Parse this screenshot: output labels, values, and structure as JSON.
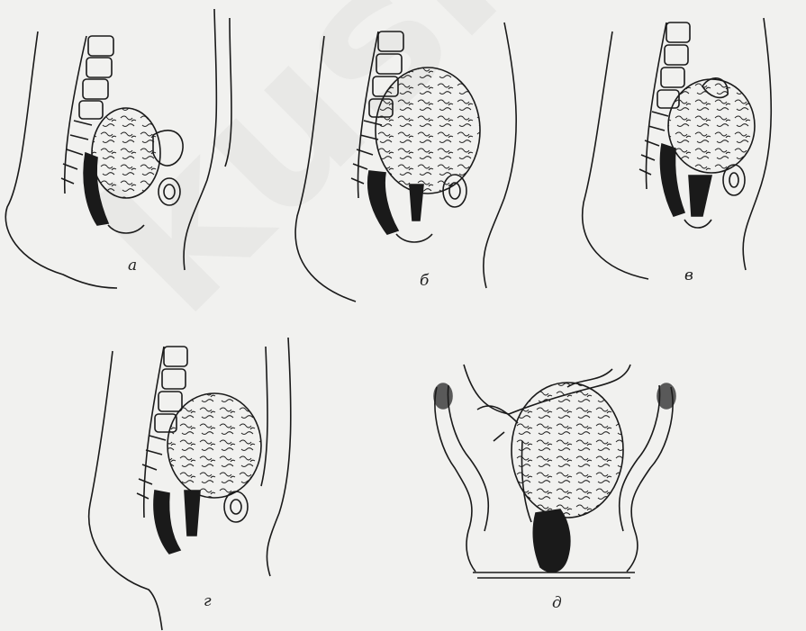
{
  "labels": {
    "a": "а",
    "b": "б",
    "v": "в",
    "g": "г",
    "d": "д"
  },
  "watermark": "kusher",
  "colors": {
    "background": "#f1f1ef",
    "ink": "#1a1a1a"
  }
}
